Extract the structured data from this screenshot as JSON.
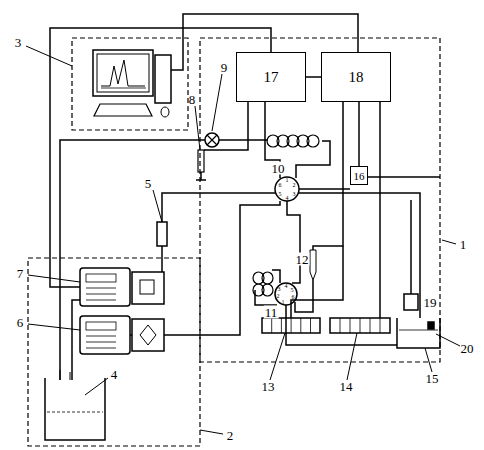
{
  "diagram": {
    "nodes": [
      {
        "text": [
          "17"
        ]
      },
      {
        "text": [
          "18"
        ]
      },
      {
        "text": [
          "16"
        ]
      }
    ],
    "edges": [
      {
        "from": 0,
        "to": 1,
        "arrow": "none"
      },
      {
        "from": 1,
        "to": 2,
        "arrow": "none"
      }
    ],
    "labels": [
      "1",
      "2",
      "3",
      "4",
      "5",
      "6",
      "7",
      "8",
      "9",
      "10",
      "11",
      "12",
      "13",
      "14",
      "15",
      "19",
      "20",
      "1",
      "2",
      "3",
      "4",
      "5",
      "6",
      "1",
      "2",
      "3",
      "4",
      "5",
      "6"
    ]
  }
}
